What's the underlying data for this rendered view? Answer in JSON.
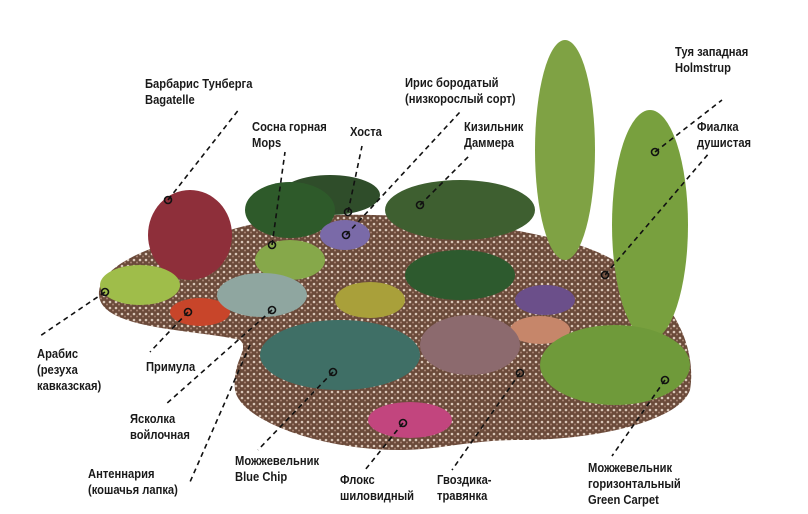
{
  "labels": {
    "barberry": [
      "Барбарис Тунберга",
      "Bagatelle"
    ],
    "pine": [
      "Сосна горная",
      "Mops"
    ],
    "hosta": [
      "Хоста"
    ],
    "iris": [
      "Ирис бородатый",
      "(низкорослый сорт)"
    ],
    "cotoneaster": [
      "Кизильник",
      "Даммера"
    ],
    "thuja": [
      "Туя западная",
      "Holmstrup"
    ],
    "violet": [
      "Фиалка",
      "душистая"
    ],
    "arabis": [
      "Арабис",
      "(резуха",
      "кавказская)"
    ],
    "primula": [
      "Примула"
    ],
    "cerastium": [
      "Ясколка",
      "войлочная"
    ],
    "antennaria": [
      "Антеннария",
      "(кошачья лапка)"
    ],
    "blue_chip": [
      "Можжевельник",
      "Blue Chip"
    ],
    "phlox": [
      "Флокс",
      "шиловидный"
    ],
    "dianthus": [
      "Гвоздика-",
      "травянка"
    ],
    "green_carpet": [
      "Можжевельник",
      "горизонтальный",
      "Green Carpet"
    ]
  },
  "colors": {
    "gravel": "#6b4a3a",
    "conifer": "#6f9a3a",
    "blue_juniper": "#3f6f66",
    "pink": "#c2457e",
    "barberry": "#8e2f3a"
  }
}
